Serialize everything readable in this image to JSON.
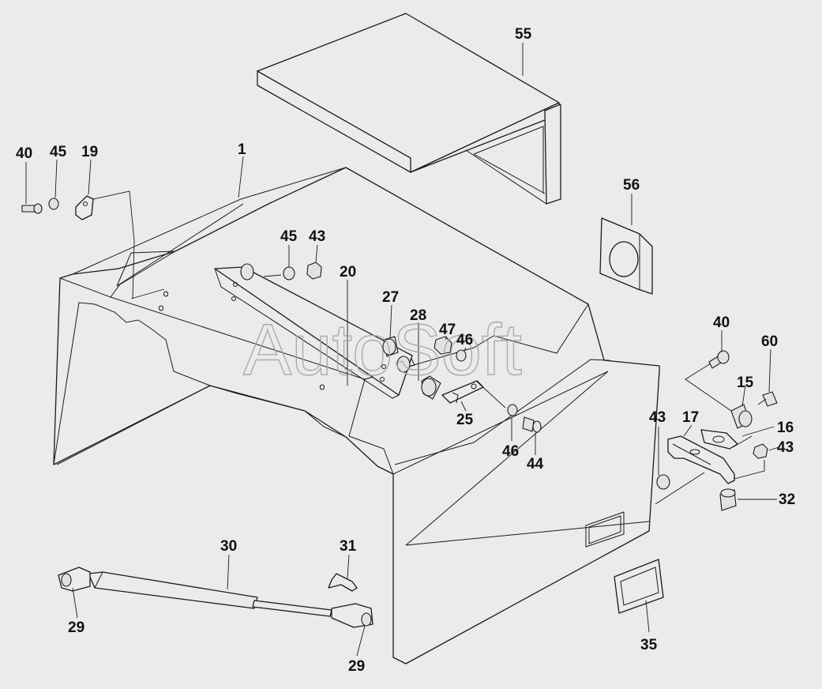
{
  "watermark": "AutoSoft",
  "callouts": {
    "c55": "55",
    "c56": "56",
    "c40a": "40",
    "c45a": "45",
    "c19": "19",
    "c1": "1",
    "c45b": "45",
    "c43a": "43",
    "c20": "20",
    "c27": "27",
    "c28": "28",
    "c47": "47",
    "c46a": "46",
    "c25": "25",
    "c46b": "46",
    "c44": "44",
    "c40b": "40",
    "c60": "60",
    "c15": "15",
    "c16": "16",
    "c17": "17",
    "c43b": "43",
    "c43c": "43",
    "c32": "32",
    "c30": "30",
    "c31": "31",
    "c29a": "29",
    "c29b": "29",
    "c35": "35"
  },
  "colors": {
    "background": "#ebebeb",
    "line": "#1a1a1a",
    "watermark": "#a5a5a5"
  }
}
